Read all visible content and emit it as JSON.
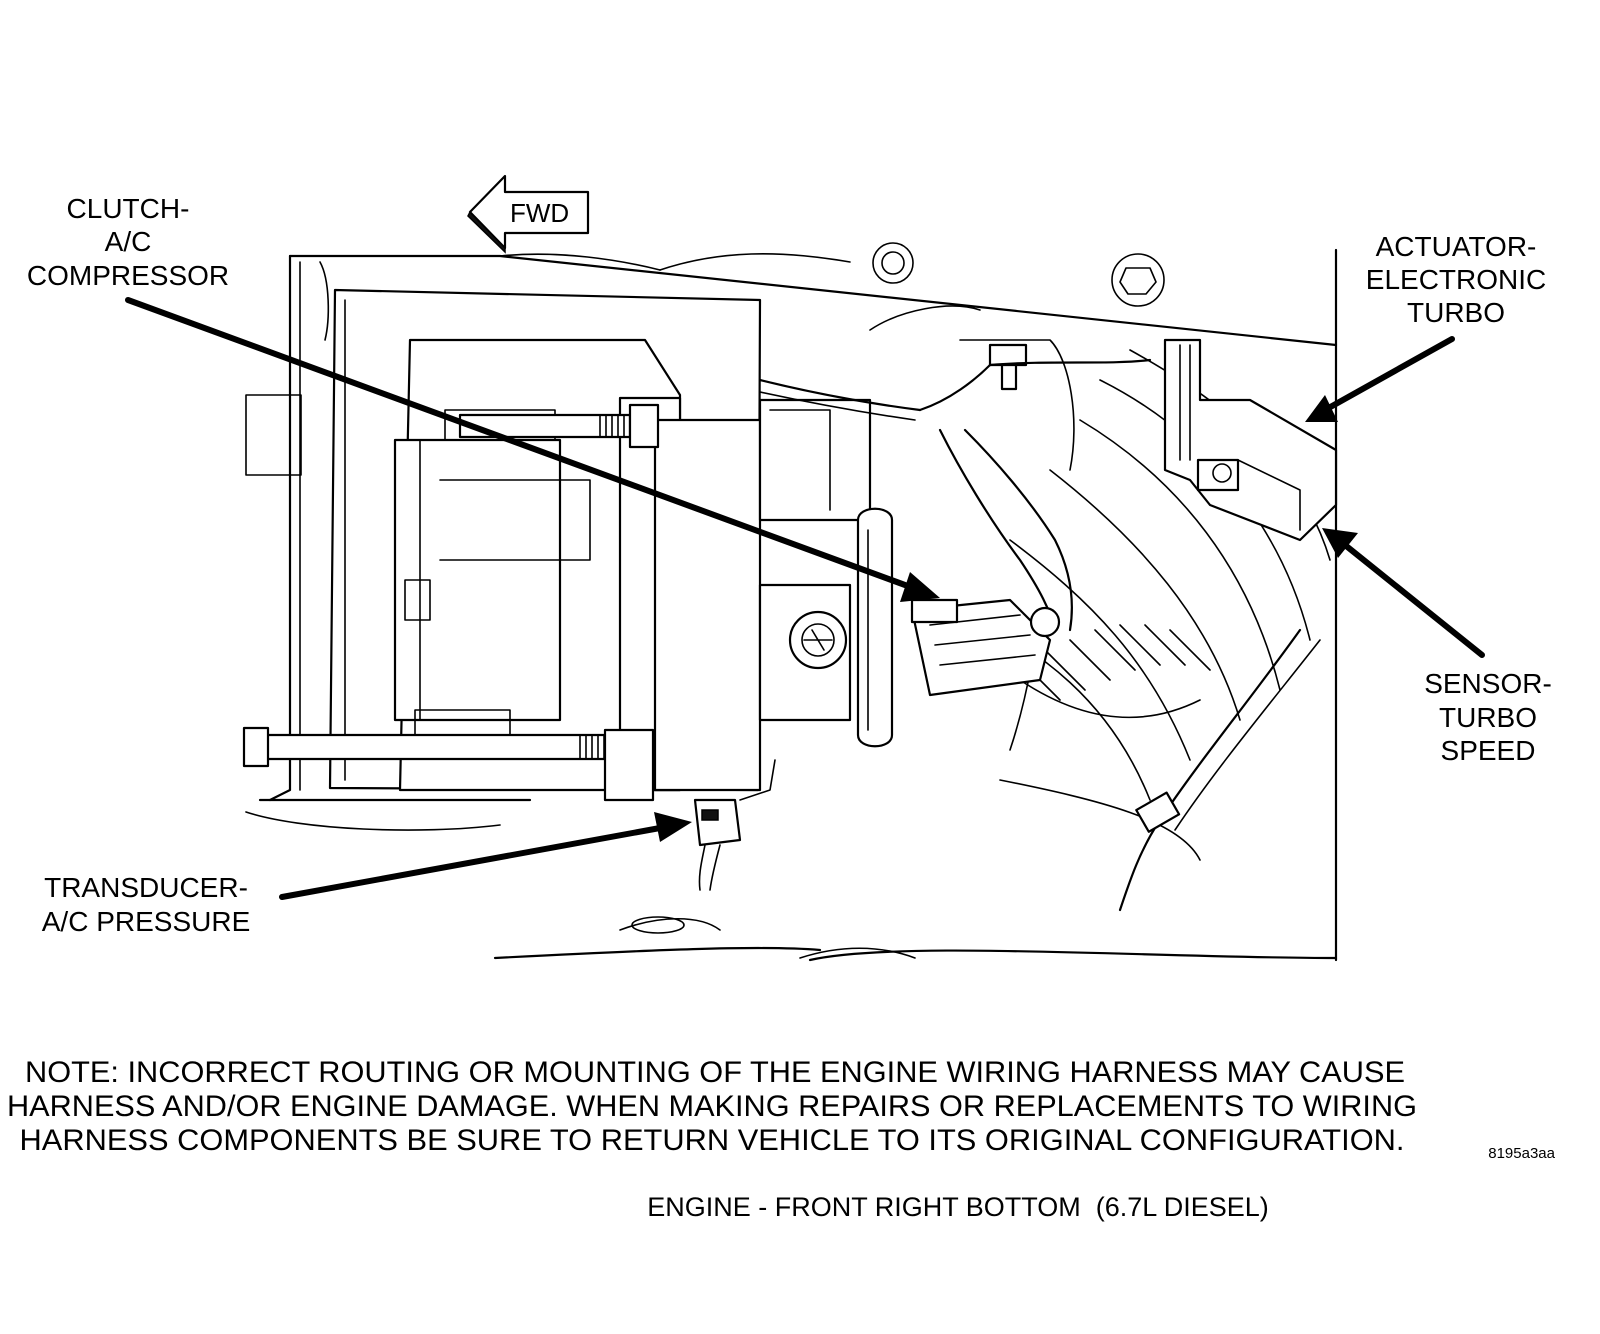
{
  "diagram": {
    "fwd_label": "FWD",
    "labels": {
      "clutch_ac_compressor": [
        "CLUTCH-",
        "A/C",
        "COMPRESSOR"
      ],
      "actuator_electronic_turbo": [
        "ACTUATOR-",
        "ELECTRONIC",
        "TURBO"
      ],
      "sensor_turbo_speed": [
        "SENSOR-",
        "TURBO",
        "SPEED"
      ],
      "transducer_ac_pressure": [
        "TRANSDUCER-",
        "A/C PRESSURE"
      ]
    },
    "note_lines": [
      "NOTE: INCORRECT ROUTING OR MOUNTING OF THE ENGINE WIRING HARNESS MAY CAUSE",
      "HARNESS AND/OR ENGINE DAMAGE. WHEN MAKING REPAIRS OR REPLACEMENTS TO WIRING",
      "HARNESS COMPONENTS BE SURE TO RETURN VEHICLE TO ITS ORIGINAL CONFIGURATION."
    ],
    "reference_code": "8195a3aa",
    "caption": "ENGINE - FRONT RIGHT BOTTOM  (6.7L DIESEL)"
  }
}
